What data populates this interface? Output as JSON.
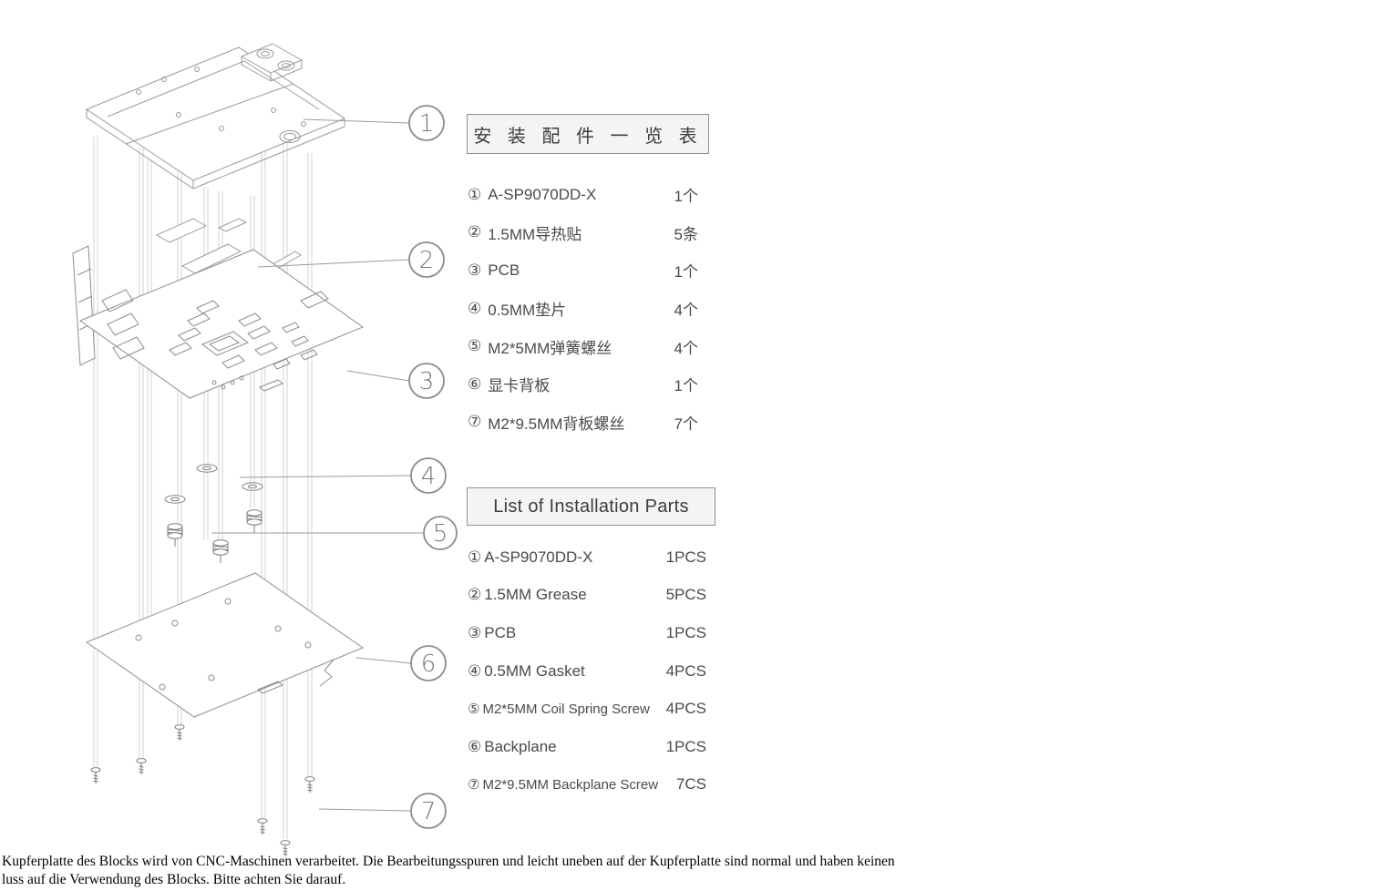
{
  "callout_labels": [
    "1",
    "2",
    "3",
    "4",
    "5",
    "6",
    "7"
  ],
  "chinese_list": {
    "title": "安 装 配 件 一 览 表",
    "items": [
      {
        "marker": "①",
        "label": "A-SP9070DD-X",
        "qty": "1个"
      },
      {
        "marker": "②",
        "label": "1.5MM导热贴",
        "qty": "5条"
      },
      {
        "marker": "③",
        "label": "PCB",
        "qty": "1个"
      },
      {
        "marker": "④",
        "label": "0.5MM垫片",
        "qty": "4个"
      },
      {
        "marker": "⑤",
        "label": "M2*5MM弹簧螺丝",
        "qty": "4个"
      },
      {
        "marker": "⑥",
        "label": "显卡背板",
        "qty": "1个"
      },
      {
        "marker": "⑦",
        "label": "M2*9.5MM背板螺丝",
        "qty": "7个"
      }
    ]
  },
  "english_list": {
    "title": "List of Installation Parts",
    "items": [
      {
        "marker": "①",
        "label": "A-SP9070DD-X",
        "qty": "1PCS"
      },
      {
        "marker": "②",
        "label": "1.5MM Grease",
        "qty": "5PCS"
      },
      {
        "marker": "③",
        "label": "PCB",
        "qty": "1PCS"
      },
      {
        "marker": "④",
        "label": "0.5MM Gasket",
        "qty": "4PCS"
      },
      {
        "marker": "⑤",
        "label": "M2*5MM Coil Spring Screw",
        "qty": "4PCS"
      },
      {
        "marker": "⑥",
        "label": "Backplane",
        "qty": "1PCS"
      },
      {
        "marker": "⑦",
        "label": "M2*9.5MM Backplane Screw",
        "qty": "7CS"
      }
    ]
  },
  "footer": {
    "line1": "Kupferplatte des Blocks wird von CNC-Maschinen verarbeitet. Die Bearbeitungsspuren und leicht uneben auf der Kupferplatte sind normal und haben keinen",
    "line2": "luss auf die Verwendung des Blocks. Bitte achten Sie darauf."
  }
}
